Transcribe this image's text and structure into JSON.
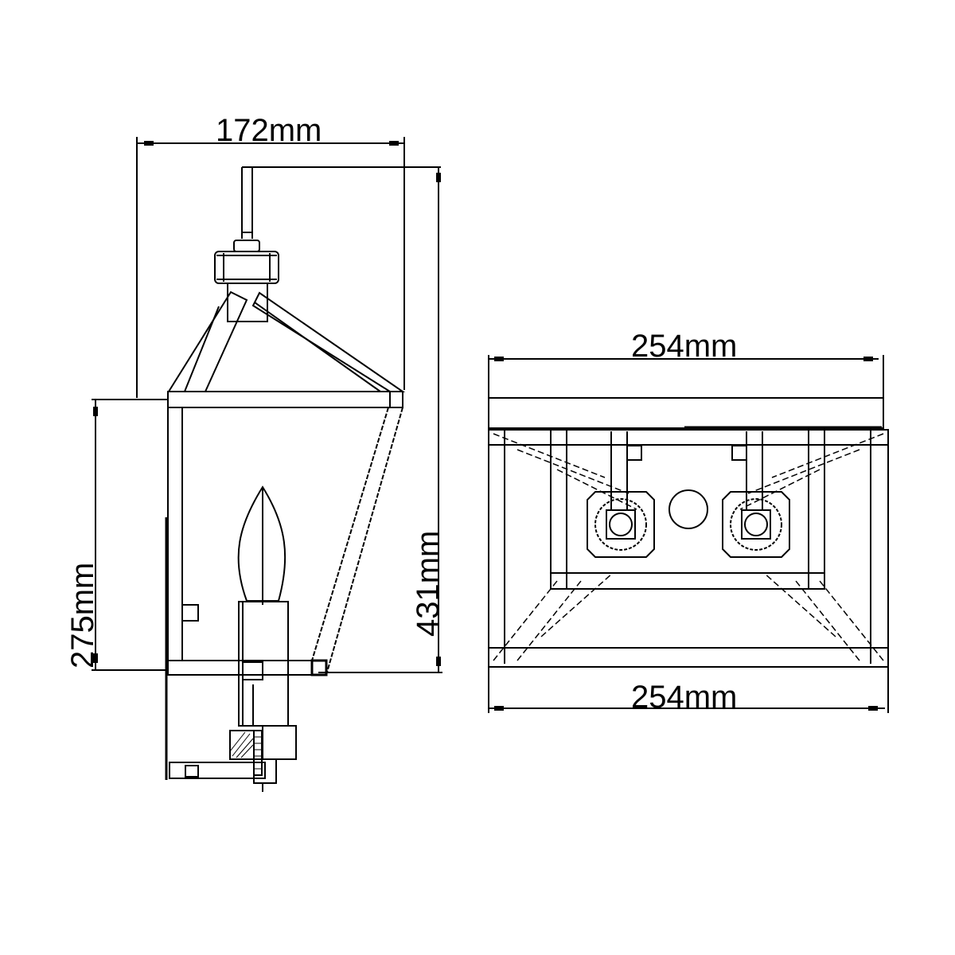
{
  "drawing": {
    "title": "Wall lantern dimensional drawing",
    "line_color": "#000000",
    "background": "#ffffff"
  },
  "side_view": {
    "width_label": "172mm",
    "overall_height_label": "431mm",
    "backplate_height_label": "275mm"
  },
  "top_view": {
    "top_width_label": "254mm",
    "bottom_width_label": "254mm"
  }
}
